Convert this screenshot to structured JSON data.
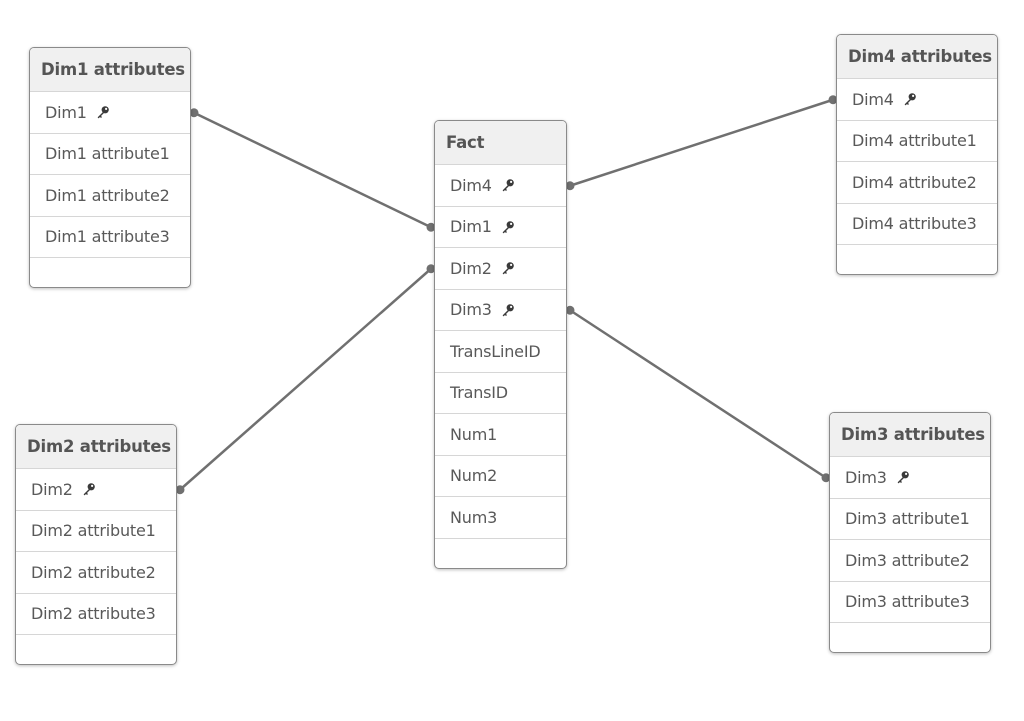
{
  "tables": [
    {
      "id": "dim1",
      "header": "Dim1 attributes",
      "fields": [
        {
          "label": "Dim1",
          "key": true
        },
        {
          "label": "Dim1 attribute1",
          "key": false
        },
        {
          "label": "Dim1 attribute2",
          "key": false
        },
        {
          "label": "Dim1 attribute3",
          "key": false
        }
      ]
    },
    {
      "id": "fact",
      "header": "Fact",
      "fields": [
        {
          "label": "Dim4",
          "key": true
        },
        {
          "label": "Dim1",
          "key": true
        },
        {
          "label": "Dim2",
          "key": true
        },
        {
          "label": "Dim3",
          "key": true
        },
        {
          "label": "TransLineID",
          "key": false
        },
        {
          "label": "TransID",
          "key": false
        },
        {
          "label": "Num1",
          "key": false
        },
        {
          "label": "Num2",
          "key": false
        },
        {
          "label": "Num3",
          "key": false
        }
      ]
    },
    {
      "id": "dim4",
      "header": "Dim4 attributes",
      "fields": [
        {
          "label": "Dim4",
          "key": true
        },
        {
          "label": "Dim4 attribute1",
          "key": false
        },
        {
          "label": "Dim4 attribute2",
          "key": false
        },
        {
          "label": "Dim4 attribute3",
          "key": false
        }
      ]
    },
    {
      "id": "dim2",
      "header": "Dim2 attributes",
      "fields": [
        {
          "label": "Dim2",
          "key": true
        },
        {
          "label": "Dim2 attribute1",
          "key": false
        },
        {
          "label": "Dim2 attribute2",
          "key": false
        },
        {
          "label": "Dim2 attribute3",
          "key": false
        }
      ]
    },
    {
      "id": "dim3",
      "header": "Dim3 attributes",
      "fields": [
        {
          "label": "Dim3",
          "key": true
        },
        {
          "label": "Dim3 attribute1",
          "key": false
        },
        {
          "label": "Dim3 attribute2",
          "key": false
        },
        {
          "label": "Dim3 attribute3",
          "key": false
        }
      ]
    }
  ],
  "associations": [
    {
      "from_table": "dim1",
      "from_field": "Dim1",
      "to_table": "fact",
      "to_field": "Dim1"
    },
    {
      "from_table": "dim2",
      "from_field": "Dim2",
      "to_table": "fact",
      "to_field": "Dim2"
    },
    {
      "from_table": "fact",
      "from_field": "Dim4",
      "to_table": "dim4",
      "to_field": "Dim4"
    },
    {
      "from_table": "fact",
      "from_field": "Dim3",
      "to_table": "dim3",
      "to_field": "Dim3"
    }
  ],
  "colors": {
    "link": "#707070",
    "header_bg": "#f0f0f0",
    "border": "#8a8a8a",
    "text": "#595959"
  }
}
